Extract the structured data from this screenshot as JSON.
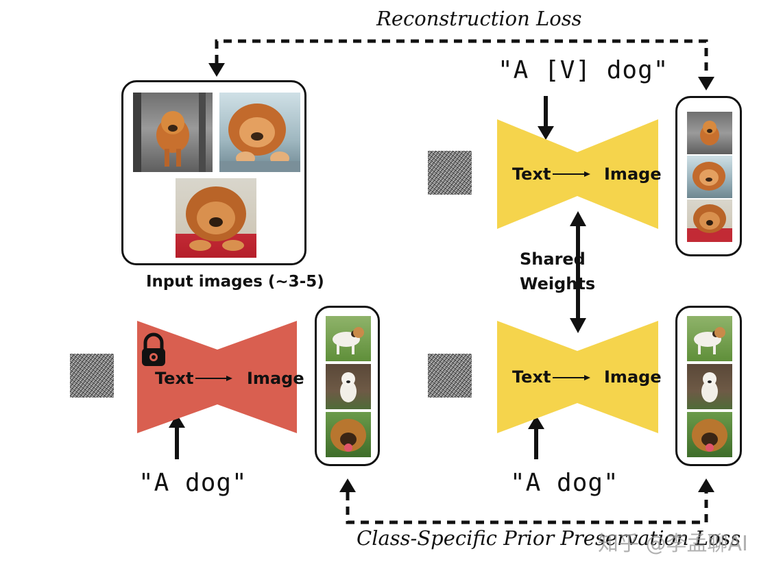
{
  "titles": {
    "reconstruction_loss": "Reconstruction Loss",
    "prior_preservation_loss": "Class-Specific Prior Preservation Loss"
  },
  "prompts": {
    "subject_prompt": "\"A [V] dog\"",
    "class_prompt_left": "\"A dog\"",
    "class_prompt_right": "\"A dog\""
  },
  "models": {
    "frozen": {
      "text": "Text",
      "image": "Image",
      "color": "#d95f50",
      "locked": true
    },
    "top": {
      "text": "Text",
      "image": "Image",
      "color": "#f5d44c"
    },
    "bottom": {
      "text": "Text",
      "image": "Image",
      "color": "#f5d44c"
    }
  },
  "labels": {
    "input_images": "Input images (~3-5)",
    "shared_weights_line1": "Shared",
    "shared_weights_line2": "Weights"
  },
  "watermark": "知乎 @李孟聊AI",
  "icons": [
    "lock-icon",
    "noise-image",
    "dog-photo",
    "arrow"
  ]
}
